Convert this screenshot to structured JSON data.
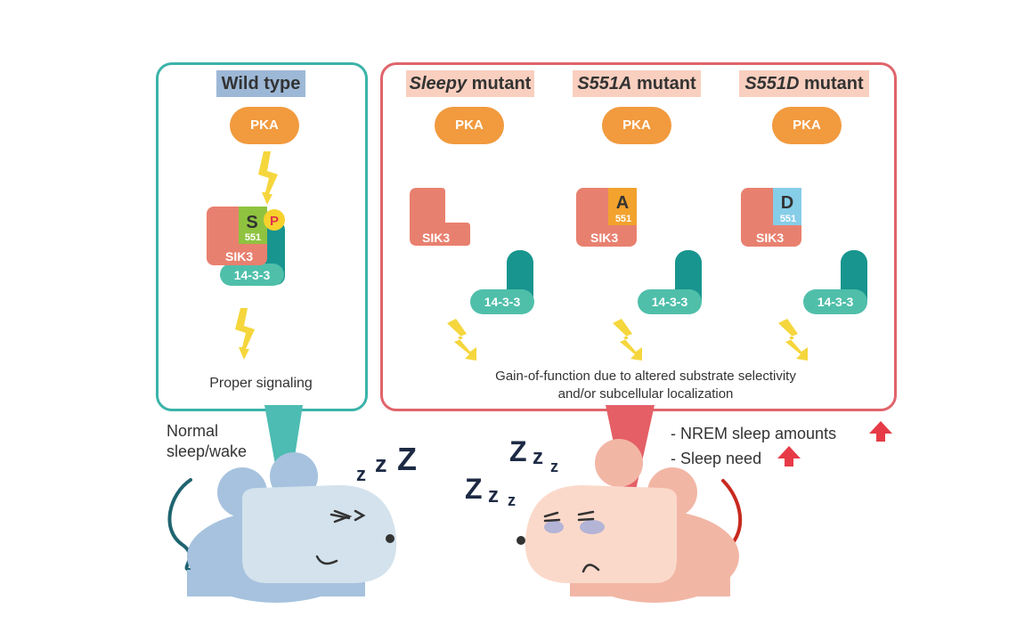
{
  "wild_type": {
    "header": "Wild type",
    "pka": "PKA",
    "residue": "S",
    "phospho": "P",
    "position": "551",
    "sik3": "SIK3",
    "partner": "14-3-3",
    "result": "Proper signaling"
  },
  "mutants": [
    {
      "header_italic": "Sleepy",
      "header_rest": " mutant",
      "pka": "PKA",
      "sik3": "SIK3",
      "partner": "14-3-3"
    },
    {
      "header_italic": "S551A",
      "header_rest": " mutant",
      "pka": "PKA",
      "residue": "A",
      "position": "551",
      "sik3": "SIK3",
      "partner": "14-3-3"
    },
    {
      "header_italic": "S551D",
      "header_rest": " mutant",
      "pka": "PKA",
      "residue": "D",
      "position": "551",
      "sik3": "SIK3",
      "partner": "14-3-3"
    }
  ],
  "mutant_result_line1": "Gain-of-function due to altered substrate selectivity",
  "mutant_result_line2": "and/or subcellular localization",
  "left_caption_line1": "Normal",
  "left_caption_line2": "sleep/wake",
  "right_notes": [
    "- NREM sleep amounts",
    "- Sleep need"
  ],
  "snore_left": [
    "z",
    "z",
    "Z"
  ],
  "snore_right": [
    "Z",
    "z",
    "z",
    "Z",
    "z",
    "z"
  ],
  "colors": {
    "teal_border": "#3bb3a9",
    "red_border": "#e0646b",
    "pka": "#f19a3e",
    "sik3": "#e8806f",
    "partner_light": "#4fbfaa",
    "partner_dark": "#18958f",
    "ser": "#8fc33f",
    "ala": "#f2a22d",
    "asp": "#86cde8",
    "phospho": "#f7d12c",
    "bolt": "#f5d63d",
    "mouse_blue": "#a6c2de",
    "mouse_blue_light": "#d3e2ec",
    "mouse_pink": "#f2b6a5",
    "mouse_pink_light": "#fbd9ca",
    "arrow_red": "#e63b47"
  }
}
